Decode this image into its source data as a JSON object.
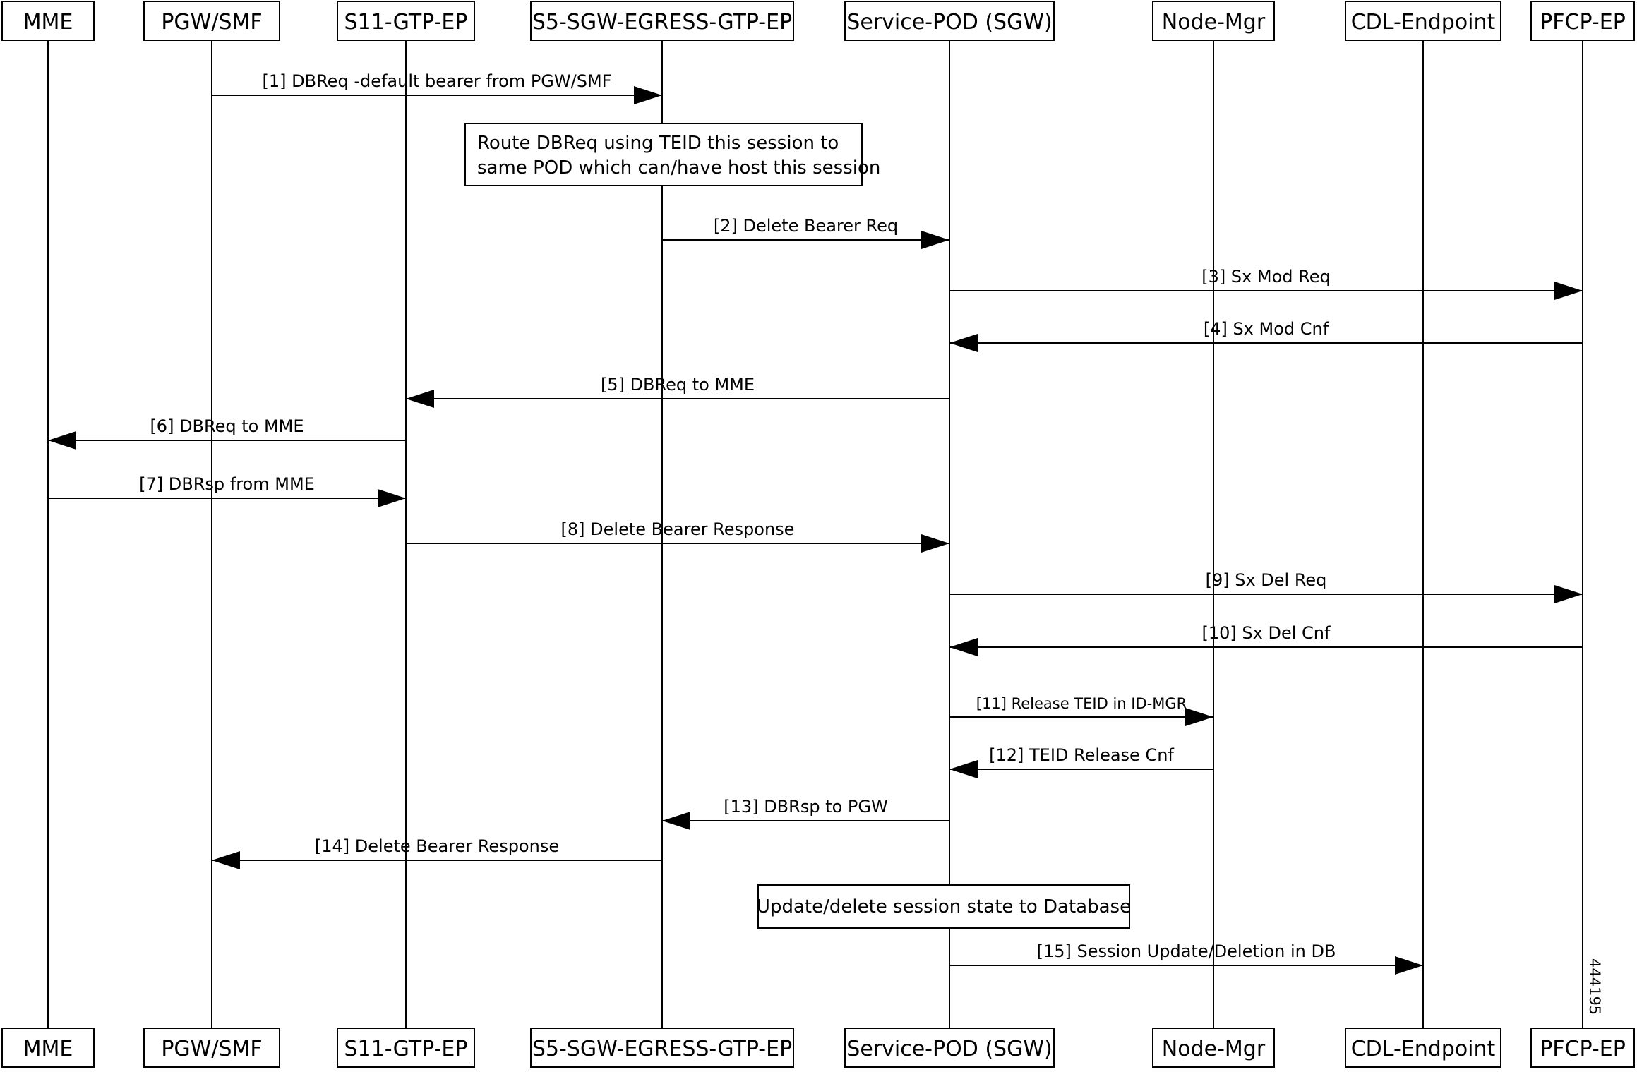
{
  "participants": [
    {
      "id": "mme",
      "label": "MME"
    },
    {
      "id": "pgw",
      "label": "PGW/SMF"
    },
    {
      "id": "s11",
      "label": "S11-GTP-EP"
    },
    {
      "id": "s5",
      "label": "S5-SGW-EGRESS-GTP-EP"
    },
    {
      "id": "pod",
      "label": "Service-POD (SGW)"
    },
    {
      "id": "nodemgr",
      "label": "Node-Mgr"
    },
    {
      "id": "cdl",
      "label": "CDL-Endpoint"
    },
    {
      "id": "pfcp",
      "label": "PFCP-EP"
    }
  ],
  "messages": [
    {
      "label": "[1] DBReq -default bearer from PGW/SMF",
      "from": "pgw",
      "to": "s5"
    },
    {
      "label": "[2] Delete Bearer Req",
      "from": "s5",
      "to": "pod"
    },
    {
      "label": "[3] Sx Mod Req",
      "from": "pod",
      "to": "pfcp"
    },
    {
      "label": "[4] Sx Mod Cnf",
      "from": "pfcp",
      "to": "pod"
    },
    {
      "label": "[5] DBReq to MME",
      "from": "pod",
      "to": "s11"
    },
    {
      "label": "[6] DBReq to MME",
      "from": "s11",
      "to": "mme"
    },
    {
      "label": "[7] DBRsp from MME",
      "from": "mme",
      "to": "s11"
    },
    {
      "label": "[8] Delete Bearer Response",
      "from": "s11",
      "to": "pod"
    },
    {
      "label": "[9] Sx Del Req",
      "from": "pod",
      "to": "pfcp"
    },
    {
      "label": "[10] Sx Del Cnf",
      "from": "pfcp",
      "to": "pod"
    },
    {
      "label": "[11] Release TEID in ID-MGR",
      "from": "pod",
      "to": "nodemgr"
    },
    {
      "label": "[12] TEID Release Cnf",
      "from": "nodemgr",
      "to": "pod"
    },
    {
      "label": "[13] DBRsp to PGW",
      "from": "pod",
      "to": "s5"
    },
    {
      "label": "[14] Delete Bearer Response",
      "from": "s5",
      "to": "pgw"
    },
    {
      "label": "[15] Session Update/Deletion in DB",
      "from": "pod",
      "to": "cdl"
    }
  ],
  "notes": [
    {
      "id": "route-note",
      "lines": [
        "Route DBReq using TEID this session to",
        "same POD which can/have host this session"
      ]
    },
    {
      "id": "update-note",
      "lines": [
        "Update/delete session state to Database"
      ]
    }
  ],
  "figure_id": "444195"
}
